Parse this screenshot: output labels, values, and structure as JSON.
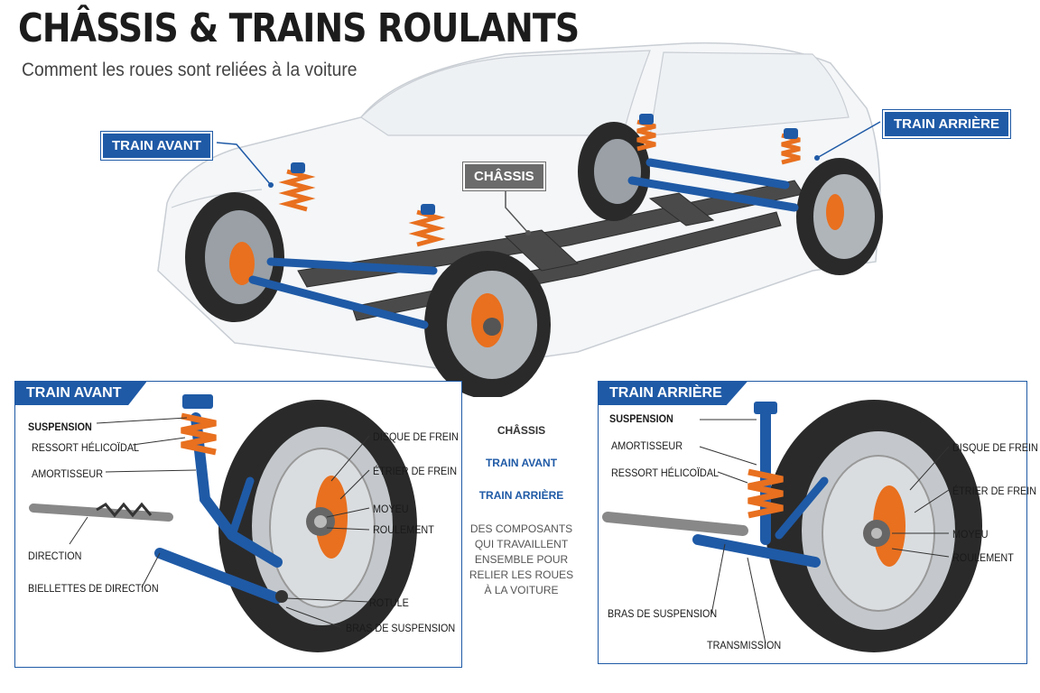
{
  "header": {
    "title": "CHÂSSIS & TRAINS ROULANTS",
    "subtitle": "Comment les roues sont reliées à la voiture"
  },
  "hero": {
    "tag_front": "TRAIN AVANT",
    "tag_rear": "TRAIN ARRIÈRE",
    "tag_chassis": "CHÂSSIS"
  },
  "front_panel": {
    "title": "TRAIN AVANT",
    "labels": {
      "suspension": "SUSPENSION",
      "ressort": "RESSORT HÉLICOÏDAL",
      "amortisseur": "AMORTISSEUR",
      "direction": "DIRECTION",
      "biellettes": "BIELLETTES DE DIRECTION",
      "disque": "DISQUE DE FREIN",
      "etrier": "ÉTRIER DE FREIN",
      "moyeu": "MOYEU",
      "roulement": "ROULEMENT",
      "rotule": "ROTULE",
      "bras": "BRAS DE SUSPENSION"
    }
  },
  "legend": {
    "chassis": "CHÂSSIS",
    "train_avant": "TRAIN AVANT",
    "train_arriere": "TRAIN ARRIÈRE",
    "description": "DES COMPOSANTS QUI TRAVAILLENT ENSEMBLE POUR RELIER LES ROUES À LA VOITURE"
  },
  "rear_panel": {
    "title": "TRAIN ARRIÈRE",
    "labels": {
      "suspension": "SUSPENSION",
      "amortisseur": "AMORTISSEUR",
      "ressort": "RESSORT HÉLICOÏDAL",
      "bras": "BRAS DE SUSPENSION",
      "transmission": "TRANSMISSION",
      "disque": "DISQUE DE FREIN",
      "etrier": "ÉTRIER DE FREIN",
      "moyeu": "MOYEU",
      "roulement": "ROULEMENT"
    }
  },
  "colors": {
    "accent_blue": "#1f5aa6",
    "spring_orange": "#e8701f",
    "chassis_gray": "#4a4a4a"
  }
}
